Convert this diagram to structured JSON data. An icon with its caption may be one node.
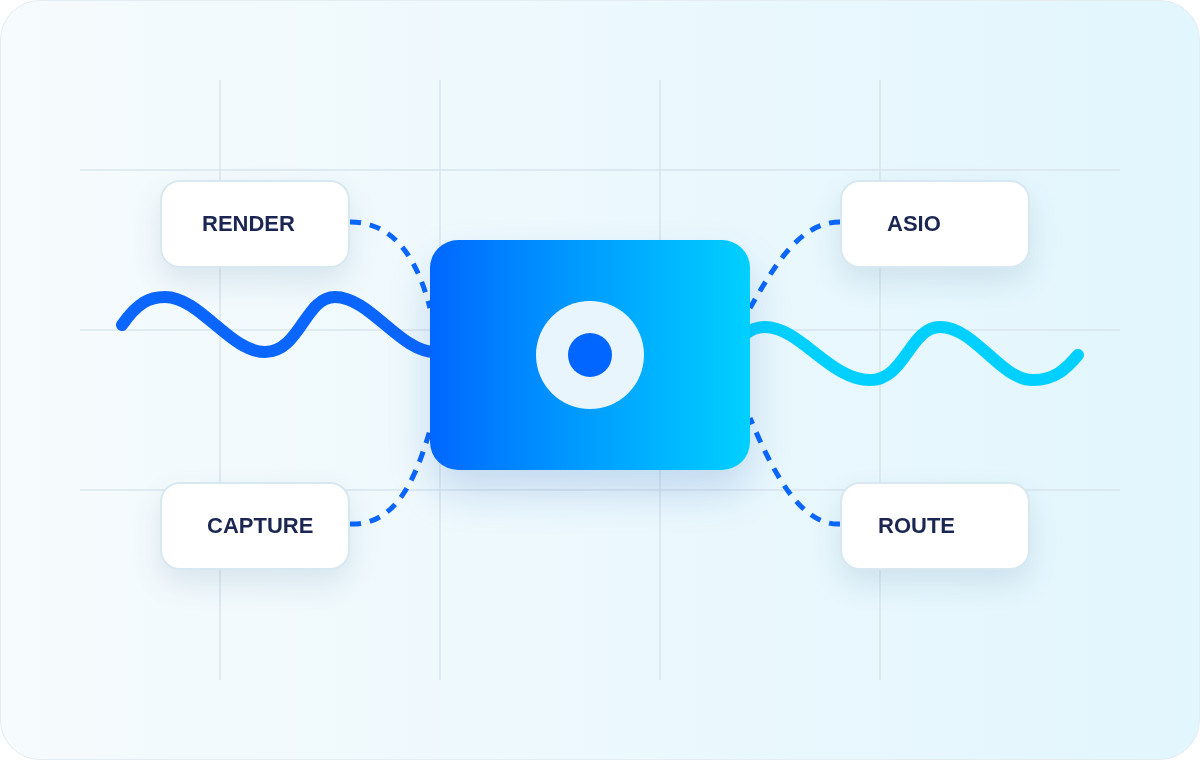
{
  "diagram": {
    "nodes": [
      {
        "text": [
          "RENDER"
        ]
      },
      {
        "text": [
          "ASIO"
        ]
      },
      {
        "text": [],
        "shape": "box"
      },
      {
        "text": [
          "CAPTURE"
        ]
      },
      {
        "text": [
          "ROUTE"
        ]
      }
    ],
    "edges": [
      {
        "from": 0,
        "to": 2,
        "arrow": "none",
        "style": "dashed"
      },
      {
        "from": 1,
        "to": 2,
        "arrow": "none",
        "style": "dashed"
      },
      {
        "from": 3,
        "to": 2,
        "arrow": "none",
        "style": "dashed"
      },
      {
        "from": 4,
        "to": 2,
        "arrow": "none",
        "style": "dashed"
      }
    ]
  }
}
